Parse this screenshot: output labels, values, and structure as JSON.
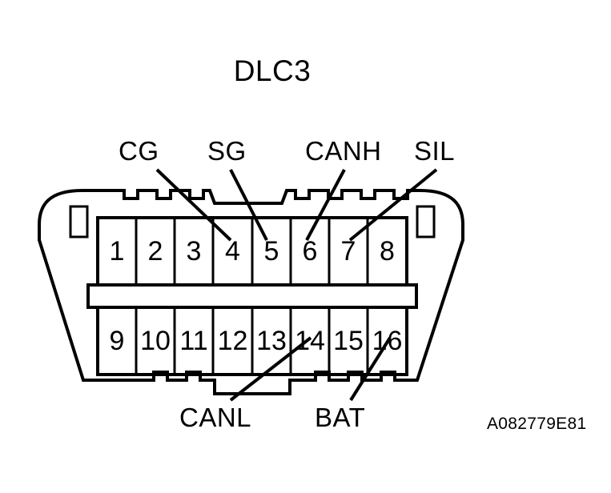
{
  "figure": {
    "title": "DLC3",
    "reference_code": "A082779E81",
    "type": "connector-pinout-diagram"
  },
  "signal_labels": {
    "top": [
      {
        "name": "CG",
        "pin": 4
      },
      {
        "name": "SG",
        "pin": 5
      },
      {
        "name": "CANH",
        "pin": 6
      },
      {
        "name": "SIL",
        "pin": 7
      }
    ],
    "bottom": [
      {
        "name": "CANL",
        "pin": 14
      },
      {
        "name": "BAT",
        "pin": 16
      }
    ]
  },
  "pins": {
    "top_row": [
      "1",
      "2",
      "3",
      "4",
      "5",
      "6",
      "7",
      "8"
    ],
    "bottom_row": [
      "9",
      "10",
      "11",
      "12",
      "13",
      "14",
      "15",
      "16"
    ]
  },
  "colors": {
    "line": "#000000",
    "background": "#ffffff"
  }
}
